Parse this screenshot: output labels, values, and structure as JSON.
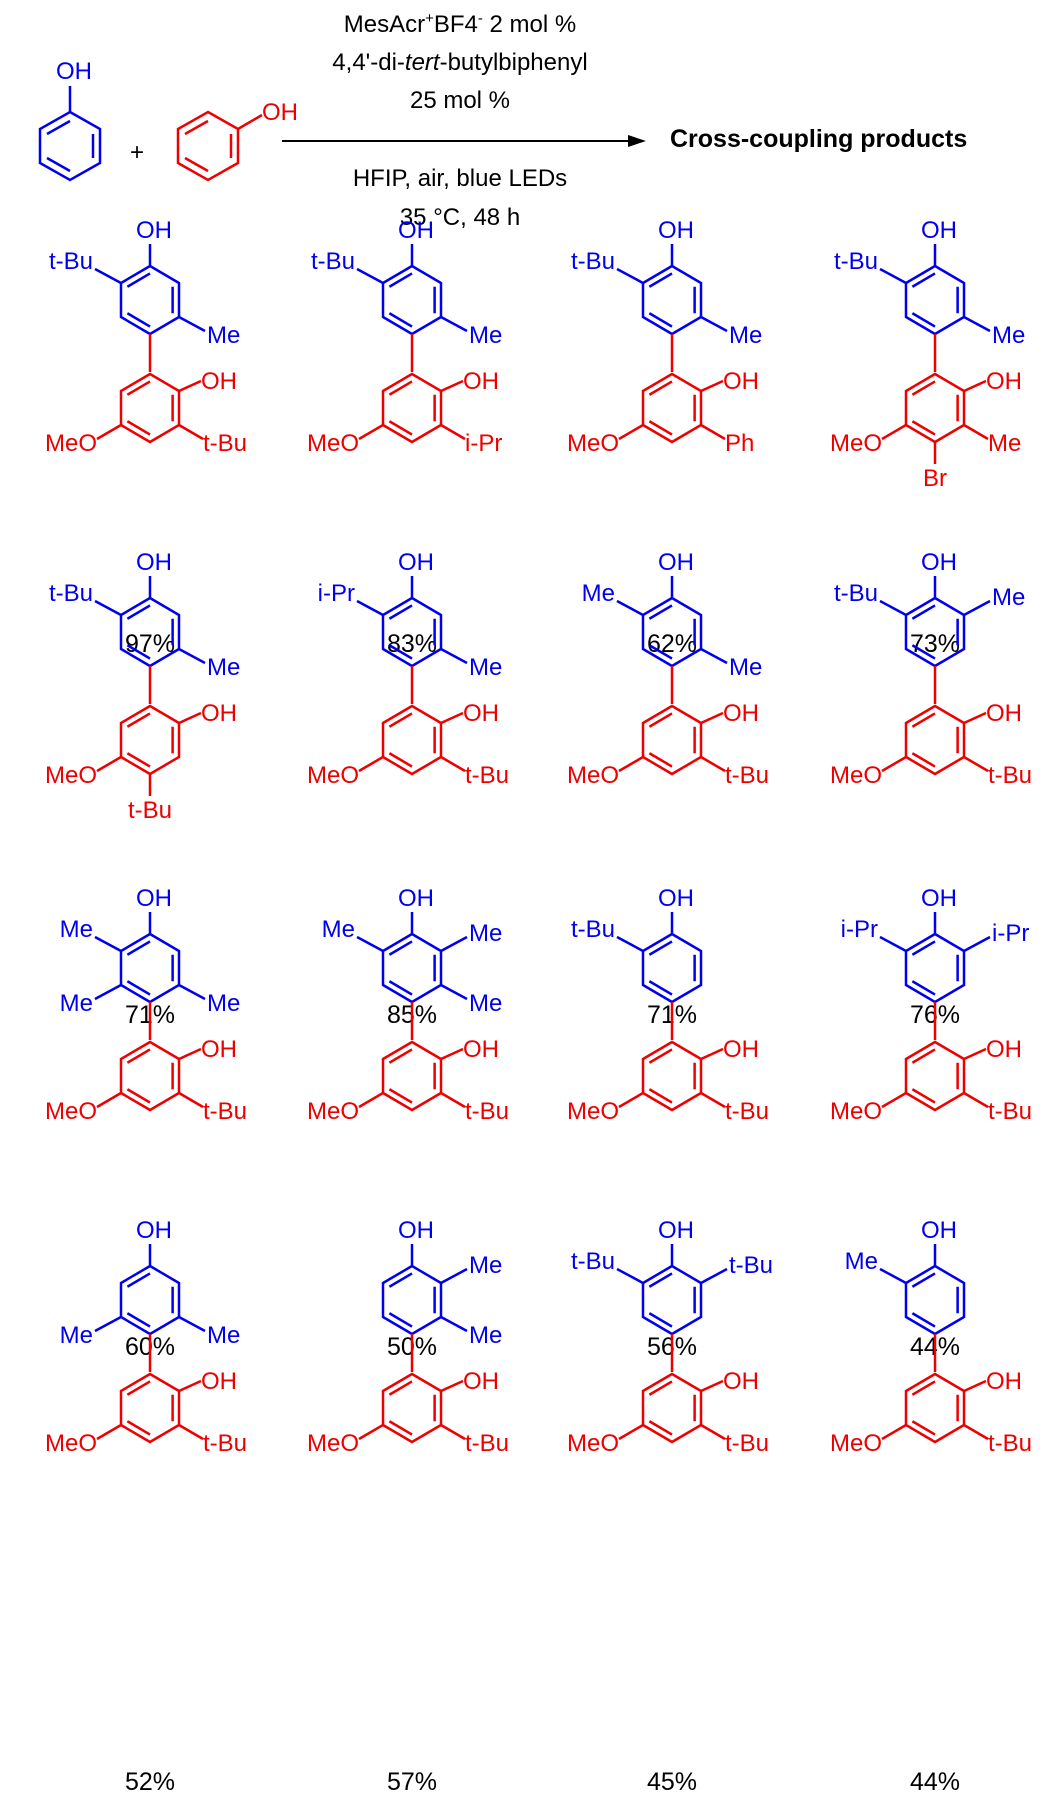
{
  "reaction": {
    "conditions_above": [
      "MesAcr",
      "+",
      "BF4",
      "-",
      " 2 mol %",
      "4,4'-di-",
      "tert",
      "-butylbiphenyl",
      "25 mol %"
    ],
    "conditions_below": [
      "HFIP, air, blue LEDs",
      "35 °C, 48 h"
    ],
    "reactant_label": "OH",
    "plus": "+",
    "product_label": "Cross-coupling products"
  },
  "colors": {
    "blue": "#0000ee",
    "red": "#ee0000",
    "black": "#000000"
  },
  "products": [
    {
      "yield": "97%",
      "top": {
        "OH": "OH",
        "sub1": "t-Bu",
        "sub2": "Me"
      },
      "bottom": {
        "OH": "OH",
        "a": "MeO",
        "b": "t-Bu"
      }
    },
    {
      "yield": "83%",
      "top": {
        "OH": "OH",
        "sub1": "t-Bu",
        "sub2": "Me"
      },
      "bottom": {
        "OH": "OH",
        "a": "MeO",
        "b": "i-Pr"
      }
    },
    {
      "yield": "62%",
      "top": {
        "OH": "OH",
        "sub1": "t-Bu",
        "sub2": "Me"
      },
      "bottom": {
        "OH": "OH",
        "a": "MeO",
        "b": "Ph"
      }
    },
    {
      "yield": "73%",
      "top": {
        "OH": "OH",
        "sub1": "t-Bu",
        "sub2": "Me"
      },
      "bottom": {
        "OH": "OH",
        "a": "MeO",
        "b": "Me",
        "c": "Br"
      }
    },
    {
      "yield": "71%",
      "top": {
        "OH": "OH",
        "sub1": "t-Bu",
        "sub2": "Me"
      },
      "bottom": {
        "OH": "OH",
        "a": "MeO",
        "c": "t-Bu"
      }
    },
    {
      "yield": "85%",
      "top": {
        "OH": "OH",
        "sub1": "i-Pr",
        "sub2": "Me"
      },
      "bottom": {
        "OH": "OH",
        "a": "MeO",
        "b": "t-Bu"
      }
    },
    {
      "yield": "71%",
      "top": {
        "OH": "OH",
        "sub1": "Me",
        "sub2": "Me"
      },
      "bottom": {
        "OH": "OH",
        "a": "MeO",
        "b": "t-Bu"
      }
    },
    {
      "yield": "76%",
      "top": {
        "OH": "OH",
        "sub1": "t-Bu",
        "sub3": "Me"
      },
      "bottom": {
        "OH": "OH",
        "a": "MeO",
        "b": "t-Bu"
      }
    },
    {
      "yield": "60%",
      "top": {
        "OH": "OH",
        "sub1": "Me",
        "sub2": "Me",
        "sub4": "Me"
      },
      "bottom": {
        "OH": "OH",
        "a": "MeO",
        "b": "t-Bu"
      }
    },
    {
      "yield": "50%",
      "top": {
        "OH": "OH",
        "sub1": "Me",
        "sub3": "Me",
        "sub5": "Me"
      },
      "bottom": {
        "OH": "OH",
        "a": "MeO",
        "b": "t-Bu"
      }
    },
    {
      "yield": "56%",
      "top": {
        "OH": "OH",
        "sub1": "t-Bu"
      },
      "bottom": {
        "OH": "OH",
        "a": "MeO",
        "b": "t-Bu"
      }
    },
    {
      "yield": "44%",
      "top": {
        "OH": "OH",
        "sub1": "i-Pr",
        "sub3": "i-Pr"
      },
      "bottom": {
        "OH": "OH",
        "a": "MeO",
        "b": "t-Bu"
      }
    },
    {
      "yield": "52%",
      "top": {
        "OH": "OH",
        "sub2": "Me",
        "sub4": "Me"
      },
      "bottom": {
        "OH": "OH",
        "a": "MeO",
        "b": "t-Bu"
      }
    },
    {
      "yield": "57%",
      "top": {
        "OH": "OH",
        "sub3": "Me",
        "sub5": "Me"
      },
      "bottom": {
        "OH": "OH",
        "a": "MeO",
        "b": "t-Bu"
      }
    },
    {
      "yield": "45%",
      "top": {
        "OH": "OH",
        "sub1": "t-Bu",
        "sub3": "t-Bu"
      },
      "bottom": {
        "OH": "OH",
        "a": "MeO",
        "b": "t-Bu"
      }
    },
    {
      "yield": "44%",
      "top": {
        "OH": "OH",
        "sub1": "Me"
      },
      "bottom": {
        "OH": "OH",
        "a": "MeO",
        "b": "t-Bu"
      }
    }
  ]
}
